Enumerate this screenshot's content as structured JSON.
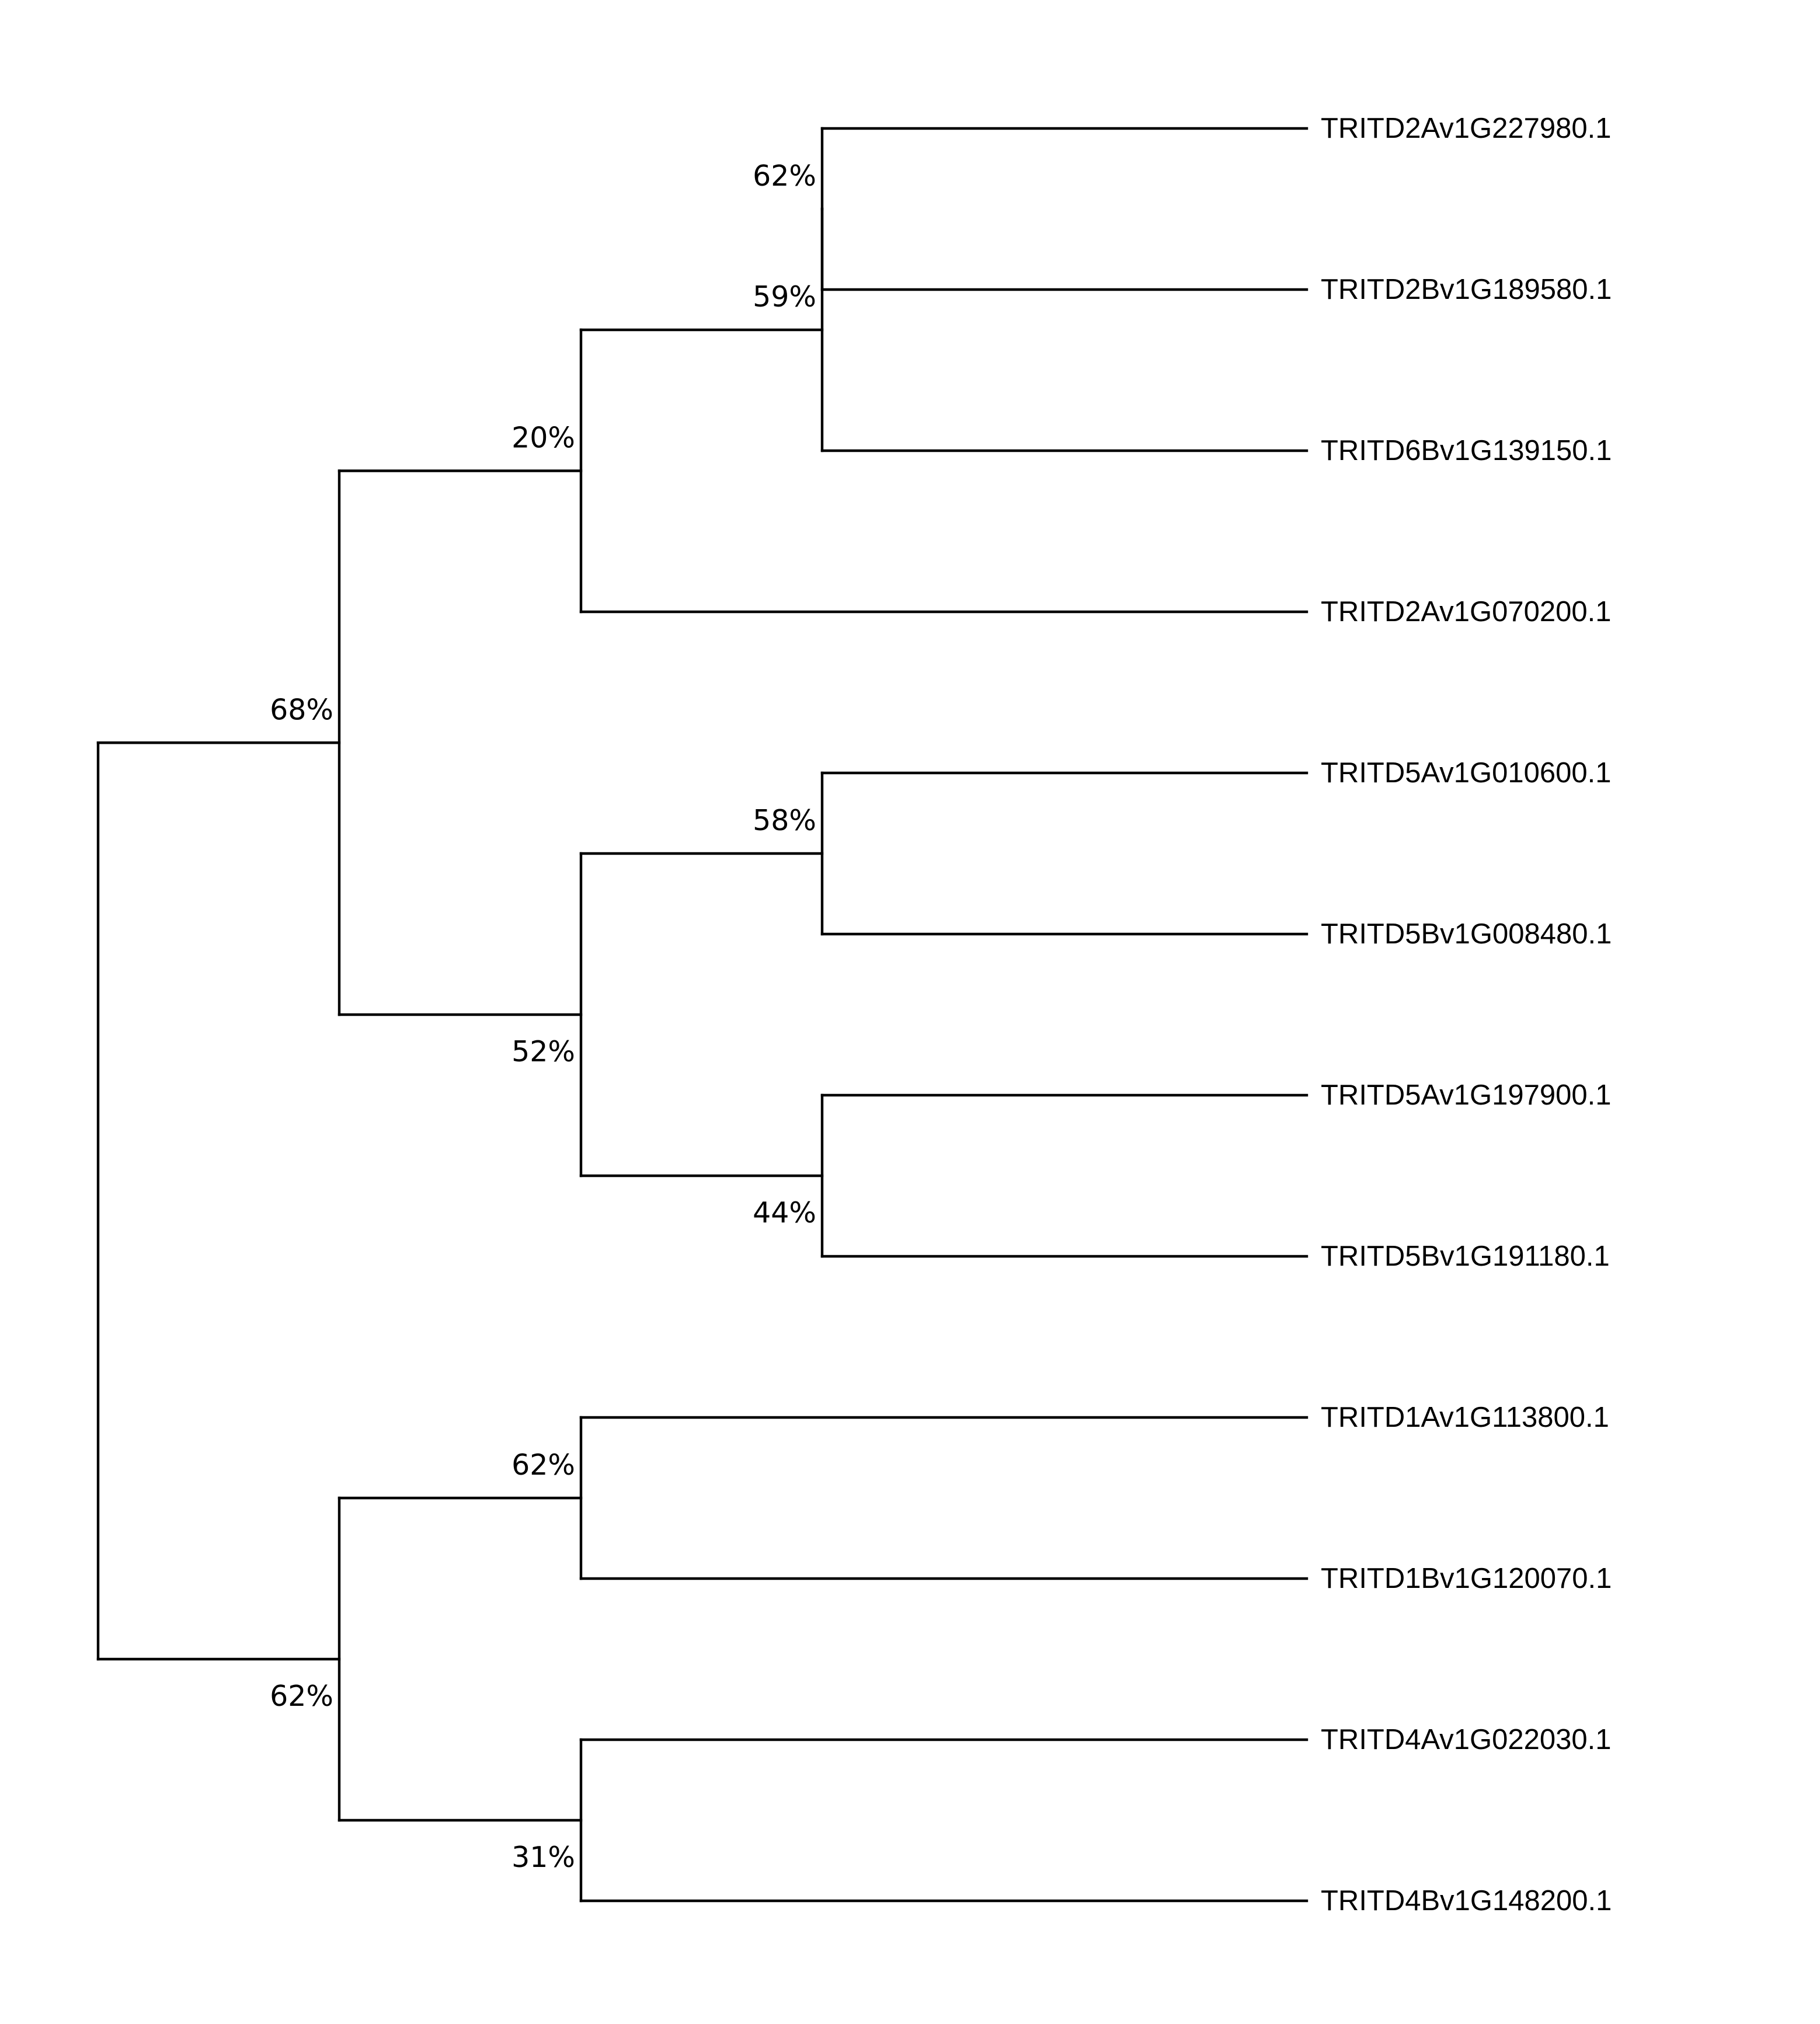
{
  "tree": {
    "leaves": [
      {
        "id": "L1",
        "label": "TRITD2Av1G227980.1"
      },
      {
        "id": "L2",
        "label": "TRITD2Bv1G189580.1"
      },
      {
        "id": "L3",
        "label": "TRITD6Bv1G139150.1"
      },
      {
        "id": "L4",
        "label": "TRITD2Av1G070200.1"
      },
      {
        "id": "L5",
        "label": "TRITD5Av1G010600.1"
      },
      {
        "id": "L6",
        "label": "TRITD5Bv1G008480.1"
      },
      {
        "id": "L7",
        "label": "TRITD5Av1G197900.1"
      },
      {
        "id": "L8",
        "label": "TRITD5Bv1G191180.1"
      },
      {
        "id": "L9",
        "label": "TRITD1Av1G113800.1"
      },
      {
        "id": "L10",
        "label": "TRITD1Bv1G120070.1"
      },
      {
        "id": "L11",
        "label": "TRITD4Av1G022030.1"
      },
      {
        "id": "L12",
        "label": "TRITD4Bv1G148200.1"
      }
    ],
    "clades": [
      {
        "id": "N1",
        "children": [
          "L1",
          "L2"
        ],
        "support": "62%"
      },
      {
        "id": "N2",
        "children": [
          "N1",
          "L3"
        ],
        "support": "59%"
      },
      {
        "id": "N3",
        "children": [
          "N2",
          "L4"
        ],
        "support": "20%"
      },
      {
        "id": "N4",
        "children": [
          "L5",
          "L6"
        ],
        "support": "58%"
      },
      {
        "id": "N5",
        "children": [
          "L7",
          "L8"
        ],
        "support": "44%"
      },
      {
        "id": "N6",
        "children": [
          "N4",
          "N5"
        ],
        "support": "52%"
      },
      {
        "id": "N7",
        "children": [
          "N3",
          "N6"
        ],
        "support": "68%"
      },
      {
        "id": "N8",
        "children": [
          "L9",
          "L10"
        ],
        "support": "62%"
      },
      {
        "id": "N9",
        "children": [
          "L11",
          "L12"
        ],
        "support": "31%"
      },
      {
        "id": "N10",
        "children": [
          "N8",
          "N9"
        ],
        "support": "62%"
      },
      {
        "id": "ROOT",
        "children": [
          "N7",
          "N10"
        ],
        "support": ""
      }
    ]
  }
}
